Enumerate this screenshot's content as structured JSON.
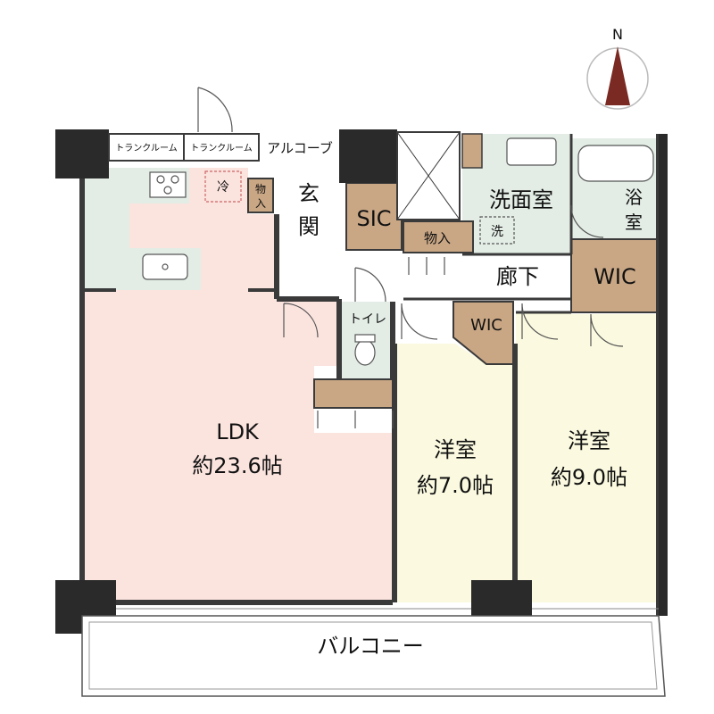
{
  "compass": {
    "north_label": "N"
  },
  "rooms": {
    "ldk_name": "LDK",
    "ldk_size": "約23.6帖",
    "bedroom1_name": "洋室",
    "bedroom1_size": "約7.0帖",
    "bedroom2_name": "洋室",
    "bedroom2_size": "約9.0帖",
    "entrance_line1": "玄",
    "entrance_line2": "関",
    "sic": "SIC",
    "wic_small": "WIC",
    "wic_large": "WIC",
    "washroom": "洗面室",
    "washer": "洗",
    "bath_line1": "浴",
    "bath_line2": "室",
    "hallway": "廊下",
    "toilet": "トイレ",
    "storage_hall": "物入",
    "storage_kitchen_line1": "物",
    "storage_kitchen_line2": "入",
    "fridge": "冷",
    "trunk_room_1": "トランクルーム",
    "trunk_room_2": "トランクルーム",
    "alcove": "アルコーブ",
    "balcony": "バルコニー"
  },
  "colors": {
    "ldk": "#fbe3de",
    "bedroom": "#fbfae0",
    "wetarea": "#e3ede6",
    "storage": "#c9a785",
    "hall": "#ffffff",
    "wall": "#3a3a3a",
    "pillar": "#2a2a2a",
    "compass_needle": "#7a2a22"
  }
}
